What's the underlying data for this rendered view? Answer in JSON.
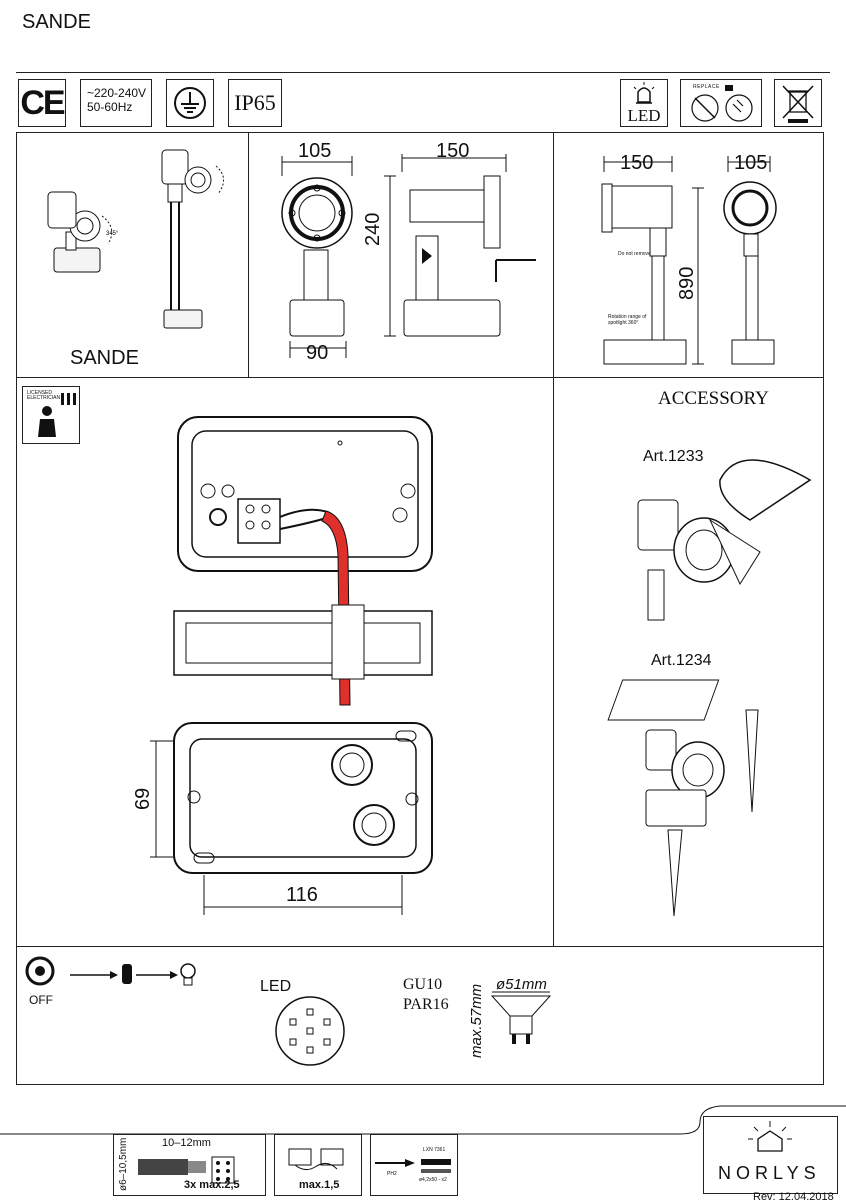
{
  "title": "SANDE",
  "cert": {
    "ce": "CE",
    "voltage": "~220-240V",
    "frequency": "50-60Hz",
    "ip": "IP65",
    "led": "LED",
    "replace": "REPLACE"
  },
  "product": {
    "name": "SANDE",
    "rotation": "345°"
  },
  "dimensions": {
    "front_width": "105",
    "side_length": "150",
    "height": "240",
    "base_width": "90",
    "post_length": "150",
    "post_width": "105",
    "post_height": "890",
    "do_not_remove": "Do not remove",
    "rotation_range": "Rotation range of spotlight 360°"
  },
  "electrician": {
    "label": "LICENSED ELECTRICIAN"
  },
  "junction": {
    "height": "69",
    "width": "116"
  },
  "accessory": {
    "heading": "ACCESSORY",
    "art1": "Art.1233",
    "art2": "Art.1234"
  },
  "bottom": {
    "off": "OFF",
    "led": "LED",
    "gu10": "GU10",
    "par16": "PAR16",
    "diameter": "ø51mm",
    "max_height": "max.57mm"
  },
  "footer": {
    "cable_range": "ø6–10,5mm",
    "strip_length": "10–12mm",
    "terminal": "3x max.2,5",
    "terminal2": "max.1,5",
    "screwdriver": "PH2",
    "fix_label": "LXN 7361",
    "screws": "ø4,2x50 - x2",
    "brand": "NORLYS",
    "rev": "Rev: 12.04.2018"
  }
}
